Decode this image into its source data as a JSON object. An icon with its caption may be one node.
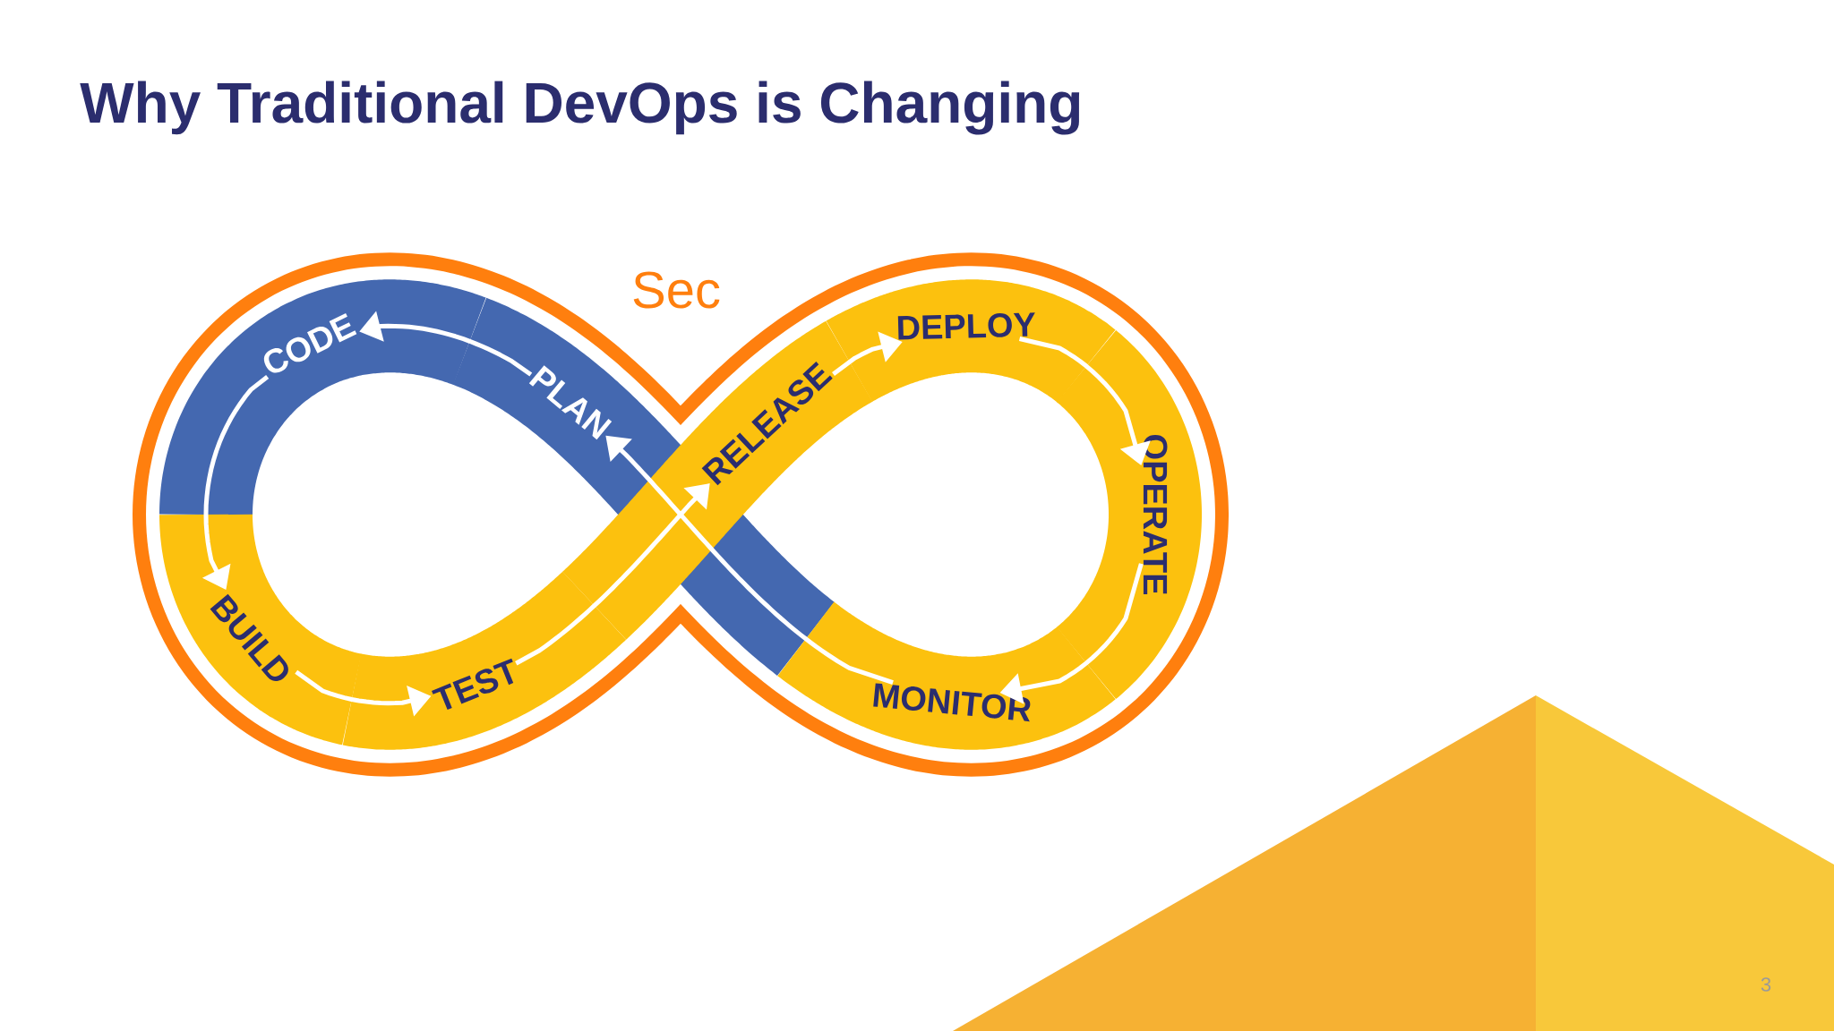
{
  "diagram": {
    "title": "Why Traditional DevOps is Changing",
    "nodes": [
      {
        "text": [
          "PLAN"
        ]
      },
      {
        "text": [
          "CODE"
        ]
      },
      {
        "text": [
          "BUILD"
        ]
      },
      {
        "text": [
          "TEST"
        ]
      },
      {
        "text": [
          "RELEASE"
        ]
      },
      {
        "text": [
          "DEPLOY"
        ]
      },
      {
        "text": [
          "OPERATE"
        ]
      },
      {
        "text": [
          "MONITOR"
        ]
      }
    ],
    "edges": [
      {
        "from": 0,
        "to": 1,
        "arrow": "to"
      },
      {
        "from": 1,
        "to": 2,
        "arrow": "to"
      },
      {
        "from": 2,
        "to": 3,
        "arrow": "to"
      },
      {
        "from": 3,
        "to": 4,
        "arrow": "to"
      },
      {
        "from": 4,
        "to": 5,
        "arrow": "to"
      },
      {
        "from": 5,
        "to": 6,
        "arrow": "to"
      },
      {
        "from": 6,
        "to": 7,
        "arrow": "to"
      },
      {
        "from": 7,
        "to": 0,
        "arrow": "to"
      }
    ],
    "labels": [
      "Sec",
      "3"
    ]
  }
}
